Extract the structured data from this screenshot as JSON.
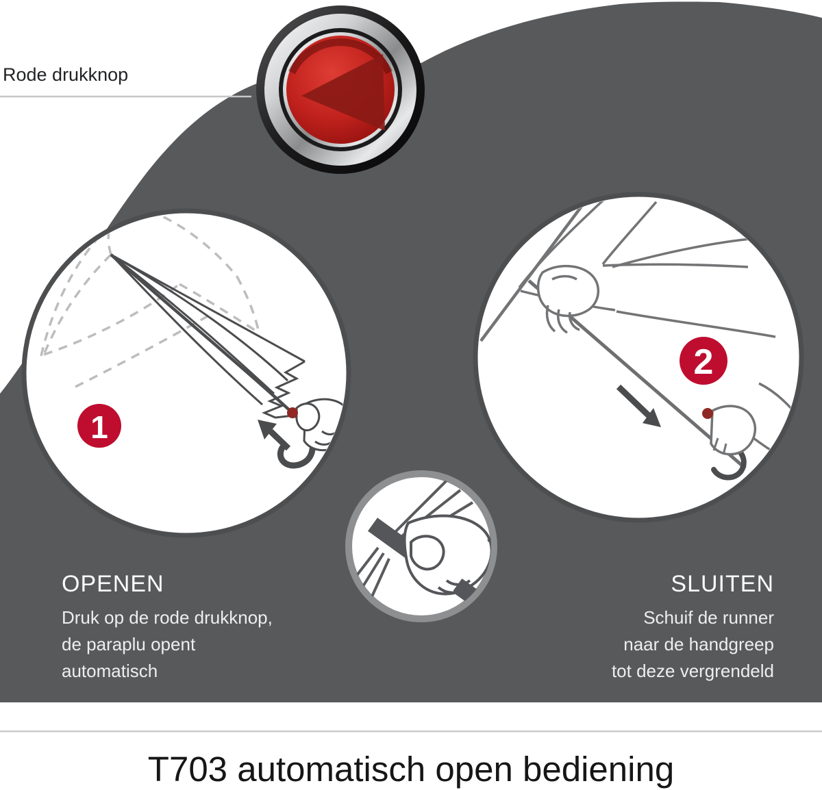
{
  "labels": {
    "button_callout": "Rode drukknop"
  },
  "steps": [
    {
      "number": "1",
      "title": "OPENEN",
      "lines": [
        "Druk op de rode drukknop,",
        "de paraplu opent",
        "automatisch"
      ]
    },
    {
      "number": "2",
      "title": "SLUITEN",
      "lines": [
        "Schuif de runner",
        "naar de handgreep",
        "tot deze vergrendeld"
      ]
    }
  ],
  "footer": {
    "title": "T703 automatisch open bediening"
  },
  "colors": {
    "background": "#ffffff",
    "blob": "#58595b",
    "badge_red": "#bf0d2f",
    "button_red": "#c2221d",
    "line_art": "#4b4c4e",
    "dashed_ghost": "#bcbdbf",
    "divider": "#c9cacb"
  }
}
